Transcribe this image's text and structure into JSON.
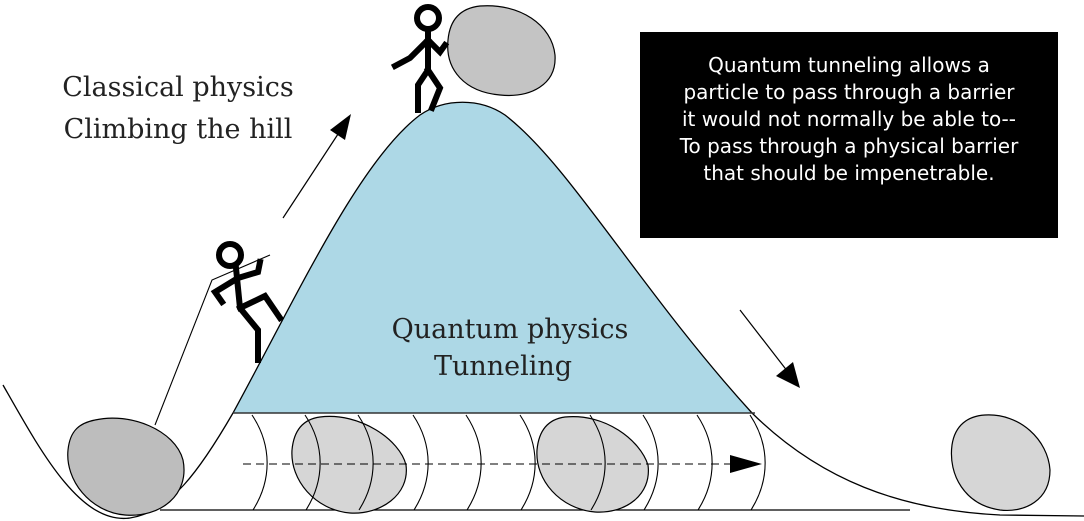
{
  "labels": {
    "classical_line1": "Classical physics",
    "classical_line2": "Climbing the hill",
    "quantum_line1": "Quantum physics",
    "quantum_line2": "Tunneling"
  },
  "info_box": {
    "lines": [
      "Quantum tunneling allows a",
      "particle to pass through a barrier",
      "it would not normally be able to--",
      "To pass through a physical barrier",
      "that should be impenetrable."
    ]
  },
  "colors": {
    "barrier": "#add8e6",
    "rock_dark": "#bdbdbd",
    "rock_light": "#d6d6d6",
    "info_bg": "#000000",
    "info_text": "#ffffff"
  }
}
